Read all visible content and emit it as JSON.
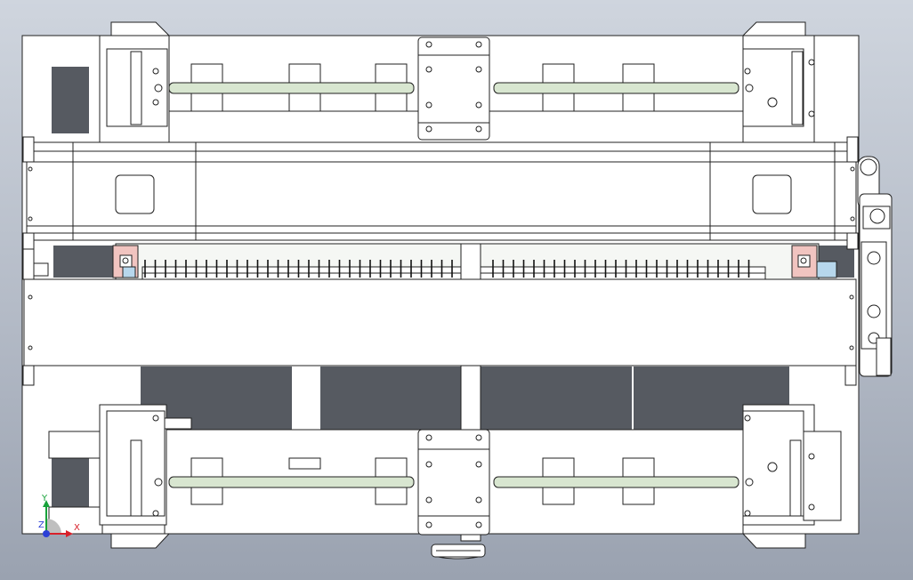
{
  "viewport": {
    "colors": {
      "background_top": "#cfd5de",
      "background_bottom": "#9aa2b0",
      "part_face": "#ffffff",
      "edge": "#202020",
      "cavity": "#565a61",
      "rod": "#d8e6d0",
      "pink_bracket": "#f1c4c0",
      "light_blue_block": "#b7d7ec",
      "tooth": "#111111"
    },
    "orientation_triad": {
      "x_label": "X",
      "y_label": "Y",
      "z_label": "Z",
      "x_color": "#d8202a",
      "y_color": "#17a23a",
      "z_color": "#2b3fd6"
    }
  }
}
